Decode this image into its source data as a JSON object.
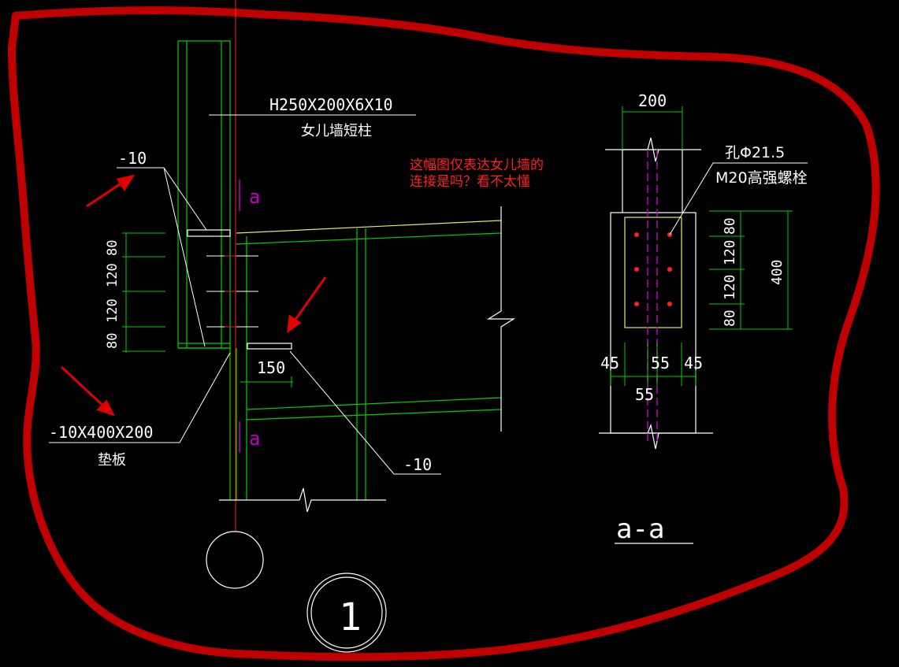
{
  "drawing": {
    "section_label": "H250X200X6X10",
    "section_name": "女儿墙短柱",
    "plate_label_top": "-10",
    "plate_label_right": "-10",
    "pad_label": "-10X400X200",
    "pad_name": "垫板",
    "cut_mark_top": "a",
    "cut_mark_bottom": "a",
    "dim_150": "150",
    "left_dims": [
      "80",
      "120",
      "120",
      "80"
    ],
    "detail_number": "1"
  },
  "section_aa": {
    "width_dim": "200",
    "hole_label": "孔Φ21.5",
    "bolt_label": "M20高强螺栓",
    "height_dims": [
      "80",
      "120",
      "120",
      "80"
    ],
    "total_dim": "400",
    "bottom_dims": [
      "45",
      "55",
      "45"
    ],
    "center_dim": "55",
    "title": "a-a"
  },
  "annotation": {
    "question_line1": "这幅图仅表达女儿墙的",
    "question_line2": "连接是吗？看不太懂",
    "highlight_color": "#c00000",
    "arrow_color": "#e00000"
  },
  "colors": {
    "background": "#000000",
    "green": "#00d000",
    "white": "#ffffff",
    "magenta": "#c000c0",
    "yellow": "#e8e860",
    "red_axis": "#ff2020"
  }
}
